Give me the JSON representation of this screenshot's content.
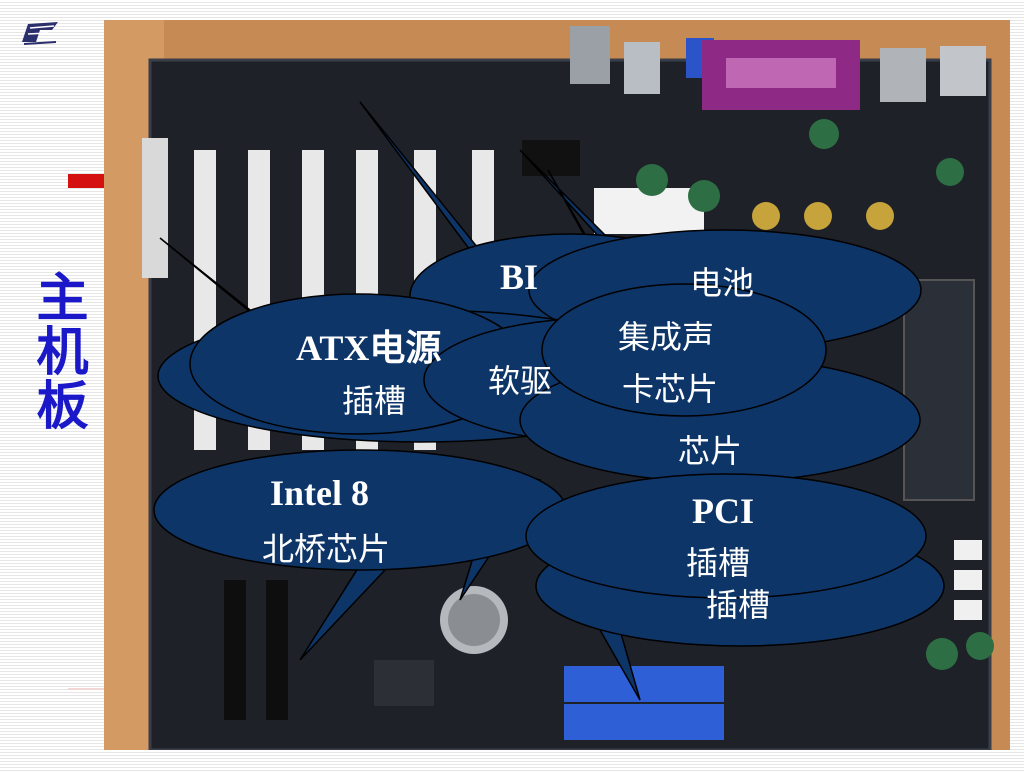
{
  "slide": {
    "title": "主机板",
    "title_color": "#1a18c8",
    "accent_color": "#d41010",
    "logo_icon": "publisher-logo-icon"
  },
  "photo": {
    "subject": "motherboard-photo"
  },
  "callouts": {
    "bios": "BI",
    "battery": "电池",
    "atx_line1": "ATX电源",
    "atx_line2": "插槽",
    "floppy": "软驱",
    "sound_line1": "集成声",
    "sound_line2": "卡芯片",
    "southbridge_line2": "芯片",
    "northbridge_line1": "Intel 8",
    "northbridge_line2": "北桥芯片",
    "pci_line1": "PCI",
    "pci_line2": "插槽",
    "ide_partial": "插槽",
    "callout_fill": "#0d3568",
    "callout_text_color": "#ffffff"
  }
}
